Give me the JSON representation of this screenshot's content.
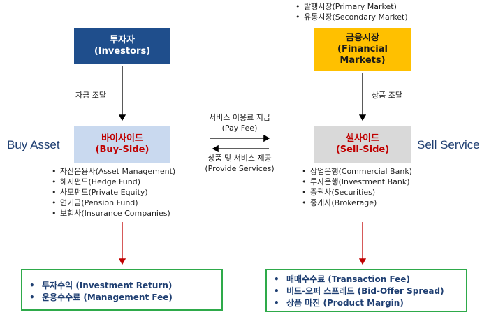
{
  "top_right_notes": [
    "발행시장(Primary Market)",
    "유통시장(Secondary Market)"
  ],
  "investors": {
    "line1": "투자자",
    "line2": "(Investors)"
  },
  "financial_markets": {
    "line1": "금융시장",
    "line2": "(Financial",
    "line3": "Markets)"
  },
  "left_flow_label": "자금 조달",
  "right_flow_label": "상품 조달",
  "buy_side": {
    "side_title": "Buy Asset",
    "line1": "바이사이드",
    "line2": "(Buy-Side)"
  },
  "sell_side": {
    "side_title": "Sell Service",
    "line1": "셀사이드",
    "line2": "(Sell-Side)"
  },
  "pay_fee": {
    "line1": "서비스 이용료 지급",
    "line2": "(Pay Fee)"
  },
  "provide_services": {
    "line1": "상품 및 서비스 제공",
    "line2": "(Provide Services)"
  },
  "buy_side_members": [
    "자산운용사(Asset Management)",
    "헤지펀드(Hedge Fund)",
    "사모펀드(Private Equity)",
    "연기금(Pension Fund)",
    "보험사(Insurance Companies)"
  ],
  "sell_side_members": [
    "상업은행(Commercial Bank)",
    "투자은행(Investment Bank)",
    "증권사(Securities)",
    "중개사(Brokerage)"
  ],
  "buy_side_revenue": [
    "투자수익 (Investment Return)",
    "운용수수료 (Management Fee)"
  ],
  "sell_side_revenue": [
    "매매수수료 (Transaction Fee)",
    "비드-오퍼 스프레드 (Bid-Offer Spread)",
    "상품 마진 (Product Margin)"
  ],
  "colors": {
    "navy": "#1f4e8c",
    "gold": "#ffc000",
    "buy_box": "#c9d9ef",
    "sell_box": "#d9d9d9",
    "accent_red": "#c00000",
    "green_border": "#2eaa4a"
  }
}
